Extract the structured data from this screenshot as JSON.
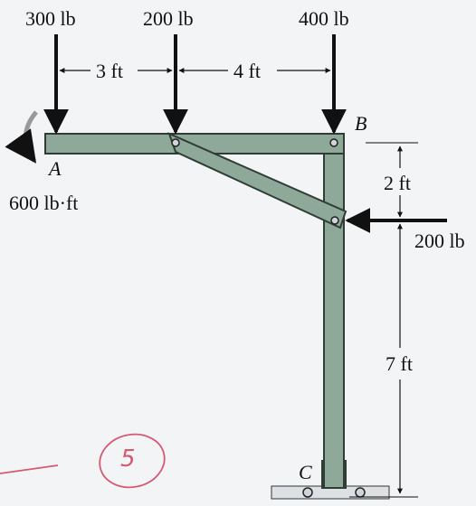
{
  "loads": {
    "load_a": "300 lb",
    "load_mid": "200 lb",
    "load_b": "400 lb",
    "moment": "600 lb·ft",
    "horizontal": "200 lb"
  },
  "dims": {
    "d_3ft": "3 ft",
    "d_4ft": "4 ft",
    "d_2ft": "2 ft",
    "d_7ft": "7 ft"
  },
  "points": {
    "a": "A",
    "b": "B",
    "c": "C"
  },
  "annotation": "5",
  "colors": {
    "member_fill": "#8ea99a",
    "member_stroke": "#2f3d36",
    "ink": "#111111",
    "handwriting": "#d45a74"
  }
}
